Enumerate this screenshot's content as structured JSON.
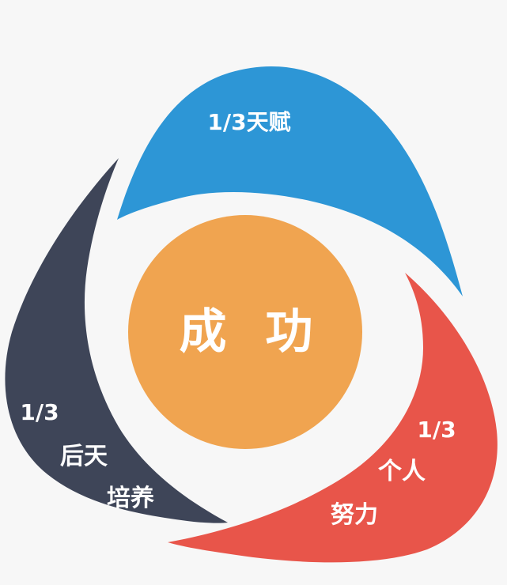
{
  "diagram": {
    "center": {
      "label": "成 功",
      "color": "#f0a450"
    },
    "segments": [
      {
        "id": "talent",
        "lines": [
          "1/3天赋"
        ],
        "color": "#2d96d6"
      },
      {
        "id": "effort",
        "lines": [
          "1/3",
          "个人",
          "努力"
        ],
        "color": "#e8554a"
      },
      {
        "id": "nurture",
        "lines": [
          "1/3",
          "后天",
          "培养"
        ],
        "color": "#3e4558"
      }
    ],
    "background_color": "#f7f7f7"
  }
}
